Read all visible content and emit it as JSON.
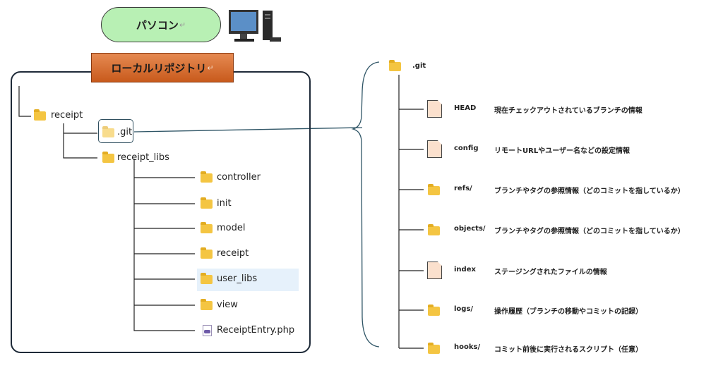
{
  "top": {
    "pc_label": "パソコン",
    "repo_label": "ローカルリポジトリ",
    "return_mark": "↵"
  },
  "tree": {
    "root": "receipt",
    "git": ".git",
    "libs": "receipt_libs",
    "children": [
      "controller",
      "init",
      "model",
      "receipt",
      "user_libs",
      "view",
      "ReceiptEntry.php"
    ],
    "highlighted": "user_libs"
  },
  "git_detail": {
    "title": ".git",
    "items": [
      {
        "name": "HEAD",
        "kind": "file",
        "desc": "現在チェックアウトされているブランチの情報"
      },
      {
        "name": "config",
        "kind": "file",
        "desc": "リモートURLやユーザー名などの設定情報"
      },
      {
        "name": "refs/",
        "kind": "folder",
        "desc": "ブランチやタグの参照情報（どのコミットを指しているか）"
      },
      {
        "name": "objects/",
        "kind": "folder",
        "desc": "ブランチやタグの参照情報（どのコミットを指しているか）"
      },
      {
        "name": "index",
        "kind": "file",
        "desc": "ステージングされたファイルの情報"
      },
      {
        "name": "logs/",
        "kind": "folder",
        "desc": "操作履歴（ブランチの移動やコミットの記録）"
      },
      {
        "name": "hooks/",
        "kind": "folder",
        "desc": "コミット前後に実行されるスクリプト（任意）"
      }
    ]
  },
  "colors": {
    "pc_pill": "#b8f0b4",
    "repo_banner": "#d86a2a",
    "folder": "#f4c542",
    "file": "#fbe0cd",
    "highlight": "#e6f1fb",
    "connector": "#2f5566"
  },
  "icons": {
    "computer": "desktop-computer-icon",
    "folder": "folder-icon",
    "file": "file-icon",
    "php": "php-file-icon"
  }
}
